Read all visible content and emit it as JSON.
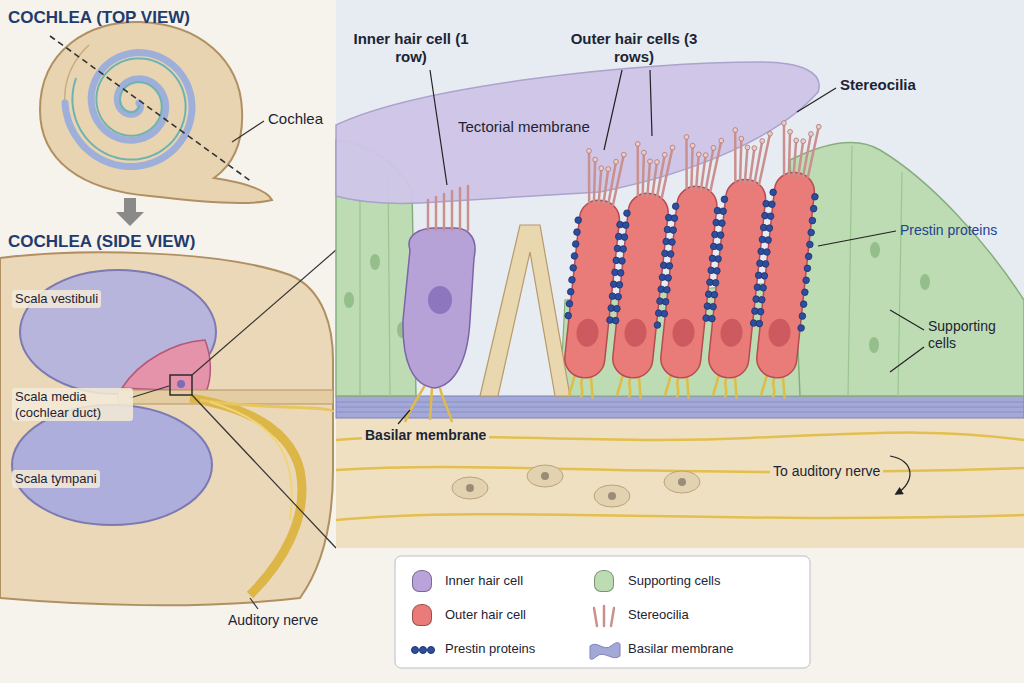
{
  "diagram": {
    "labels": [
      "COCHLEA (TOP VIEW)",
      "Cochlea",
      "COCHLEA (SIDE VIEW)",
      "Scala vestibuli",
      "Scala media (cochlear duct)",
      "Scala tympani",
      "Auditory nerve",
      "Inner hair cell (1 row)",
      "Outer hair cells (3 rows)",
      "Stereocilia",
      "Tectorial membrane",
      "Prestin proteins",
      "Supporting cells",
      "Basilar membrane",
      "To auditory nerve"
    ],
    "legend": [
      {
        "text": "Inner hair cell",
        "color": "#b9a3da"
      },
      {
        "text": "Supporting cells",
        "color": "#bddcb4"
      },
      {
        "text": "Outer hair cell",
        "color": "#e97b78"
      },
      {
        "text": "Stereocilia"
      },
      {
        "text": "Prestin proteins"
      },
      {
        "text": "Basilar membrane"
      }
    ]
  }
}
